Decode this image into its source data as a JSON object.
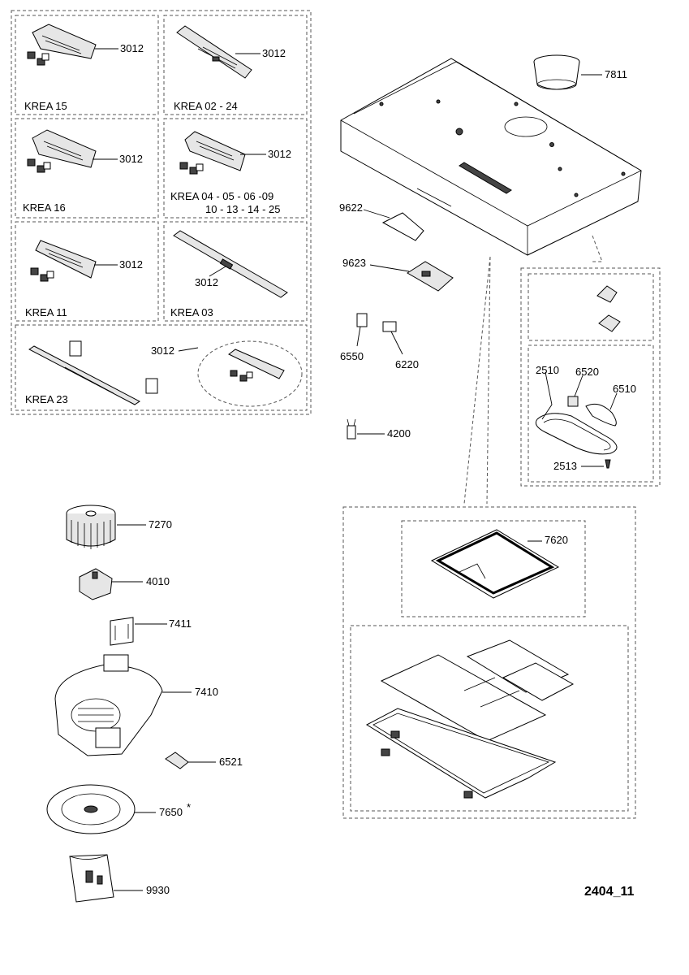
{
  "diagram_code": "2404_11",
  "asterisk": "*",
  "variants": {
    "krea15": "KREA 15",
    "krea0224": "KREA 02 - 24",
    "krea16": "KREA 16",
    "krea04_line1": "KREA 04 - 05 - 06 -09",
    "krea04_line2": "10 - 13 - 14 - 25",
    "krea11": "KREA 11",
    "krea03": "KREA 03",
    "krea23": "KREA 23"
  },
  "parts": {
    "p3012": "3012",
    "p7811": "7811",
    "p9622": "9622",
    "p9623": "9623",
    "p6550": "6550",
    "p6220": "6220",
    "p4200": "4200",
    "p2510": "2510",
    "p6520": "6520",
    "p6510": "6510",
    "p2513": "2513",
    "p7620": "7620",
    "p7270": "7270",
    "p4010": "4010",
    "p7411": "7411",
    "p7410": "7410",
    "p6521": "6521",
    "p7650": "7650",
    "p9930": "9930"
  }
}
